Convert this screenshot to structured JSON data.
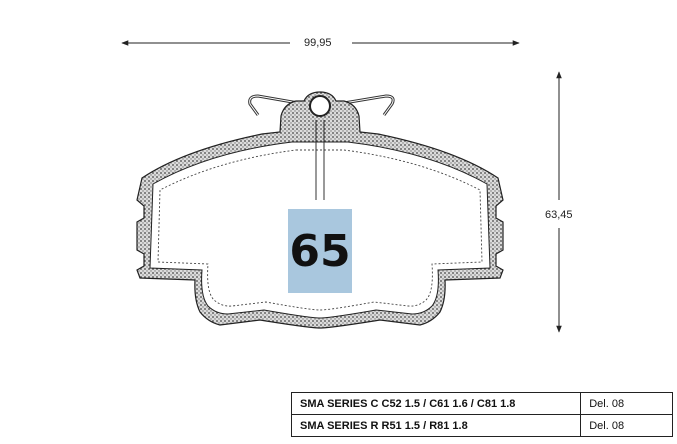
{
  "dimensions": {
    "width_mm": "99,95",
    "height_mm": "63,45"
  },
  "badge": {
    "number": "65",
    "color": "#a9c7de"
  },
  "table": {
    "rows": [
      {
        "series": "SMA SERIES C C52 1.5 / C61 1.6 / C81 1.8",
        "del": "Del. 08"
      },
      {
        "series": "SMA SERIES R R51 1.5 / R81 1.8",
        "del": "Del. 08"
      }
    ]
  }
}
